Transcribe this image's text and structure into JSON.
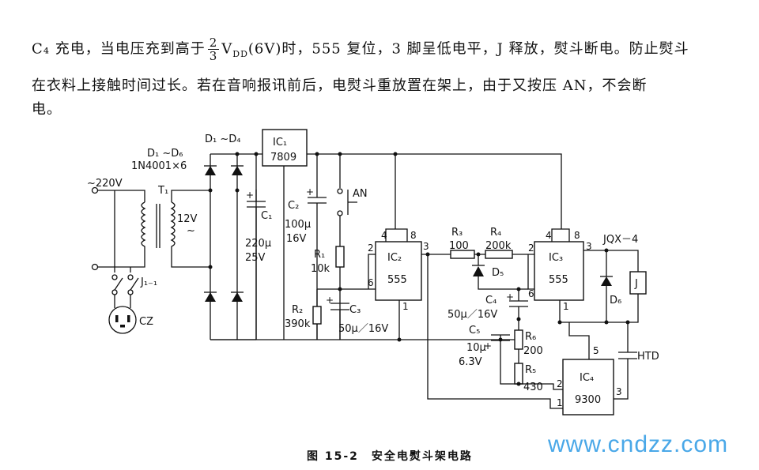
{
  "text": {
    "line1_start": "C₄ 充电，当电压充到高于",
    "frac_num": "2",
    "frac_den": "3",
    "line1_vdd": "V",
    "line1_vdd_sub": "DD",
    "line1_end": "(6V)时，555 复位，3 脚呈低电平，J 释放，熨斗断电。防止熨斗",
    "line2": "在衣料上接触时间过长。若在音响报讯前后，电熨斗重放置在架上，由于又按压 AN，不会断",
    "line3": "电。"
  },
  "diagram": {
    "ac": "~220V",
    "t1": "T₁",
    "sec": "12V",
    "sec_tilde": "~",
    "rect_name": "D₁ ~D₆",
    "rect_part": "1N4001×6",
    "bridge_name": "D₁ ~D₄",
    "j_contact": "J₁₋₁",
    "cz": "CZ",
    "ic1": "IC₁",
    "ic1_part": "7809",
    "c1": "C₁",
    "c1_val": "220μ",
    "c1_v": "25V",
    "c2": "C₂",
    "c2_val": "100μ",
    "c2_v": "16V",
    "an": "AN",
    "r1": "R₁",
    "r1_val": "10k",
    "r2": "R₂",
    "r2_val": "390k",
    "c3": "C₃",
    "c3_val": "50μ／16V",
    "ic2": "IC₂",
    "ic2_part": "555",
    "ic2_p2": "2",
    "ic2_p3": "3",
    "ic2_p4": "4",
    "ic2_p8": "8",
    "ic2_p6": "6",
    "ic2_p1": "1",
    "r3": "R₃",
    "r3_val": "100",
    "r4": "R₄",
    "r4_val": "200k",
    "d5": "D₅",
    "c4": "C₄",
    "c4_val": "50μ／16V",
    "ic3": "IC₃",
    "ic3_part": "555",
    "ic3_p2": "2",
    "ic3_p3": "3",
    "ic3_p4": "4",
    "ic3_p8": "8",
    "ic3_p6": "6",
    "ic3_p1": "1",
    "jqx": "JQX－4",
    "j": "J",
    "d6": "D₆",
    "c5": "C₅",
    "c5_val": "10μ",
    "c5_v": "6.3V",
    "r6": "R₆",
    "r6_val": "200",
    "r5": "R₅",
    "r5_val": "430",
    "ic4": "IC₄",
    "ic4_part": "9300",
    "ic4_p1": "1",
    "ic4_p2": "2",
    "ic4_p3": "3",
    "ic4_p5": "5",
    "htd": "HTD",
    "plus": "+"
  },
  "caption": "图 15-2　安全电熨斗架电路",
  "watermark": "www.cndzz.com"
}
